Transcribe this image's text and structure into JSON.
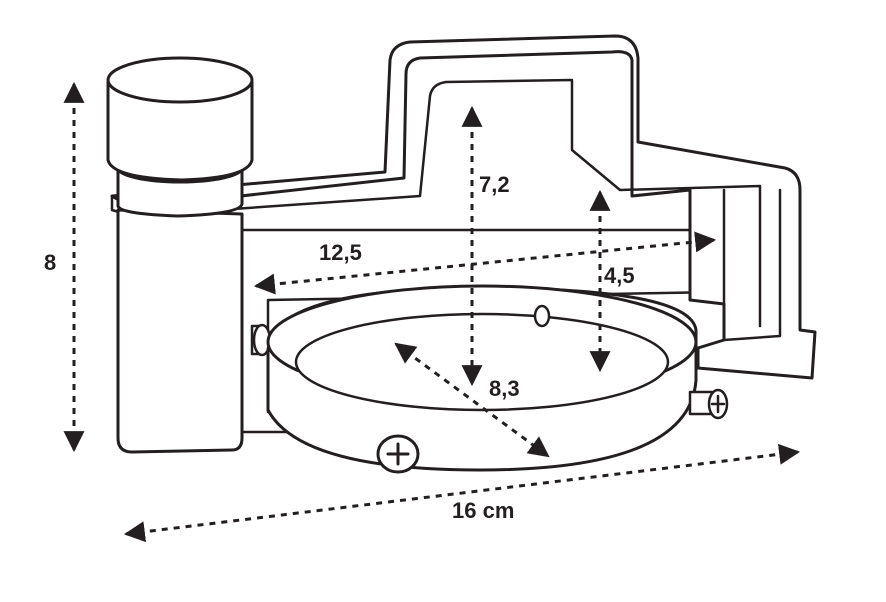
{
  "dimensions": {
    "overall_height": "8",
    "inner_height": "7,2",
    "inner_width": "12,5",
    "depth": "4,5",
    "ring_diameter": "8,3",
    "overall_length": "16 cm"
  },
  "colors": {
    "line": "#231f20",
    "fill": "#ffffff"
  }
}
